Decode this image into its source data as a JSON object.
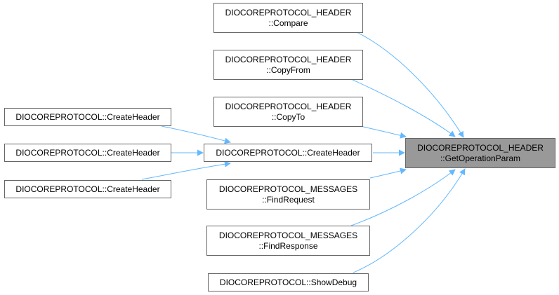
{
  "graph": {
    "edge_color": "#63b8ff",
    "border_color": "#666666",
    "target_fill": "#999999",
    "nodes": [
      {
        "id": "target",
        "lines": [
          "DIOCOREPROTOCOL_HEADER",
          "::GetOperationParam"
        ],
        "highlight": true
      },
      {
        "id": "compare",
        "lines": [
          "DIOCOREPROTOCOL_HEADER",
          "::Compare"
        ]
      },
      {
        "id": "copyfrom",
        "lines": [
          "DIOCOREPROTOCOL_HEADER",
          "::CopyFrom"
        ]
      },
      {
        "id": "copyto",
        "lines": [
          "DIOCOREPROTOCOL_HEADER",
          "::CopyTo"
        ]
      },
      {
        "id": "createheader-mid",
        "lines": [
          "DIOCOREPROTOCOL::CreateHeader"
        ]
      },
      {
        "id": "findrequest",
        "lines": [
          "DIOCOREPROTOCOL_MESSAGES",
          "::FindRequest"
        ]
      },
      {
        "id": "findresponse",
        "lines": [
          "DIOCOREPROTOCOL_MESSAGES",
          "::FindResponse"
        ]
      },
      {
        "id": "showdebug",
        "lines": [
          "DIOCOREPROTOCOL::ShowDebug"
        ]
      },
      {
        "id": "createheader-1",
        "lines": [
          "DIOCOREPROTOCOL::CreateHeader"
        ]
      },
      {
        "id": "createheader-2",
        "lines": [
          "DIOCOREPROTOCOL::CreateHeader"
        ]
      },
      {
        "id": "createheader-3",
        "lines": [
          "DIOCOREPROTOCOL::CreateHeader"
        ]
      }
    ]
  }
}
